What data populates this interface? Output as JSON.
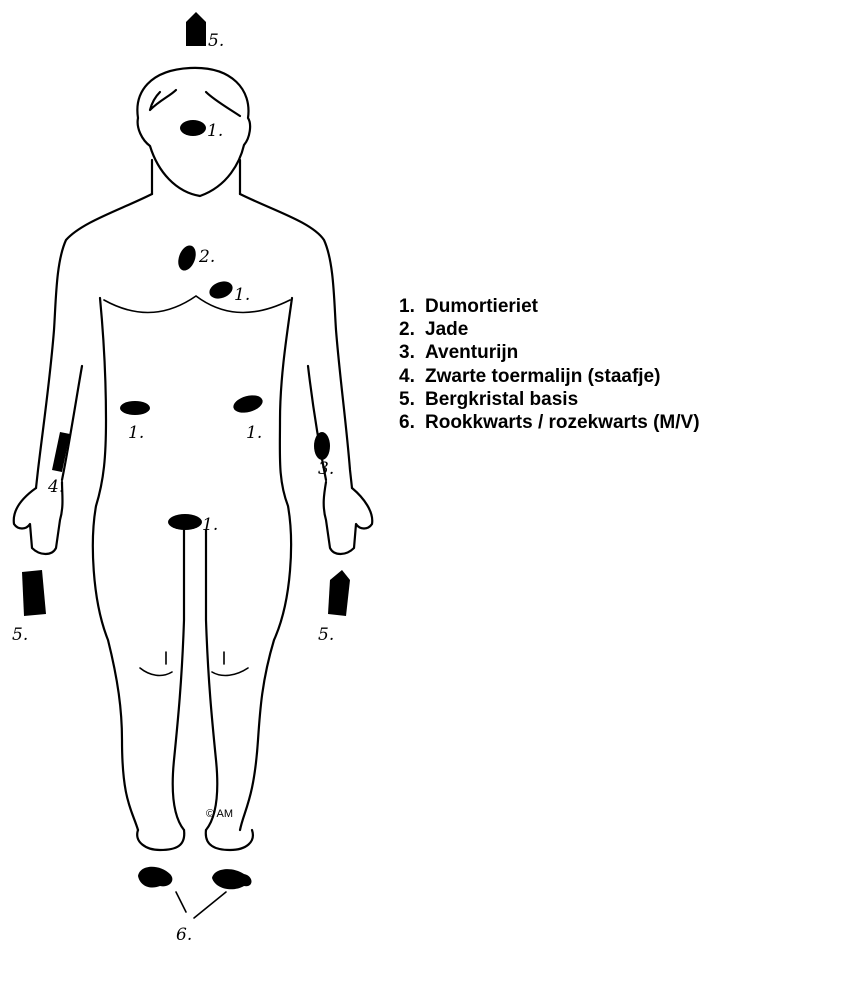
{
  "legend": [
    {
      "number": "1.",
      "label": "Dumortieriet"
    },
    {
      "number": "2.",
      "label": "Jade"
    },
    {
      "number": "3.",
      "label": "Aventurijn"
    },
    {
      "number": "4.",
      "label": "Zwarte toermalijn (staafje)"
    },
    {
      "number": "5.",
      "label": "Bergkristal basis"
    },
    {
      "number": "6.",
      "label": "Rookkwarts / rozekwarts (M/V)"
    }
  ],
  "markers": {
    "crown": "5.",
    "forehead": "1.",
    "heart": "2.",
    "chest": "1.",
    "left_kidney": "1.",
    "right_kidney": "1.",
    "right_forearm": "4.",
    "left_forearm": "3.",
    "abdomen": "1.",
    "right_hand": "5.",
    "left_hand": "5.",
    "feet": "6."
  },
  "copyright": "© AM"
}
